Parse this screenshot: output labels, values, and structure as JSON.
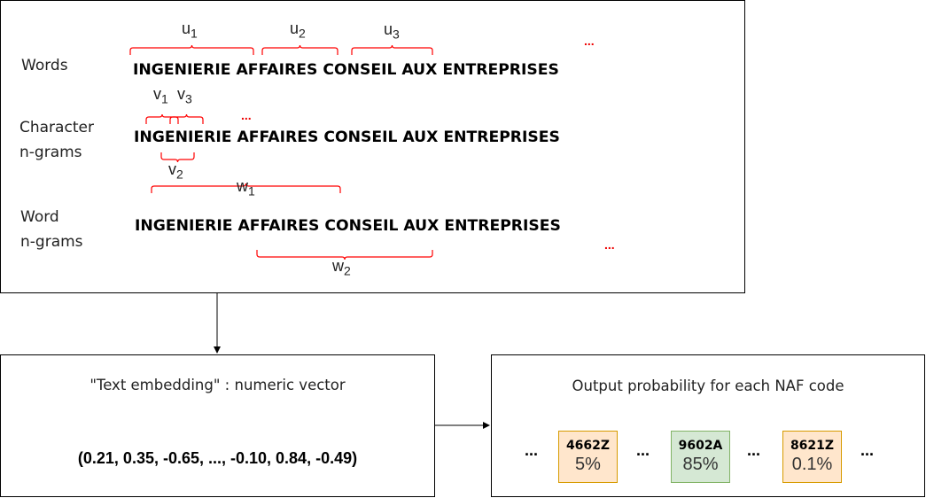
{
  "top_panel": {
    "rows": [
      {
        "label_lines": [
          "Words"
        ],
        "sentence": "INGENIERIE AFFAIRES CONSEIL AUX ENTREPRISES"
      },
      {
        "label_lines": [
          "Character",
          "n-grams"
        ],
        "sentence": "INGENIERIE AFFAIRES CONSEIL AUX ENTREPRISES"
      },
      {
        "label_lines": [
          "Word",
          "n-grams"
        ],
        "sentence": "INGENIERIE AFFAIRES CONSEIL AUX ENTREPRISES"
      }
    ],
    "symbols": {
      "u1": {
        "base": "u",
        "sub": "1"
      },
      "u2": {
        "base": "u",
        "sub": "2"
      },
      "u3": {
        "base": "u",
        "sub": "3"
      },
      "v1": {
        "base": "v",
        "sub": "1"
      },
      "v2": {
        "base": "v",
        "sub": "2"
      },
      "v3": {
        "base": "v",
        "sub": "3"
      },
      "w1": {
        "base": "w",
        "sub": "1"
      },
      "w2": {
        "base": "w",
        "sub": "2"
      }
    },
    "ellipsis": "...",
    "brace_color": "#ff0000"
  },
  "embedding_panel": {
    "title": "\"Text embedding\" : numeric vector",
    "vector": "(0.21, 0.35, -0.65, ..., -0.10, 0.84, -0.49)"
  },
  "output_panel": {
    "title": "Output probability for each NAF code",
    "ellipsis": "...",
    "codes": [
      {
        "code": "4662Z",
        "prob": "5%",
        "fill": "#ffe6cc",
        "border": "#d79b00"
      },
      {
        "code": "9602A",
        "prob": "85%",
        "fill": "#d5e8d4",
        "border": "#82b366"
      },
      {
        "code": "8621Z",
        "prob": "0.1%",
        "fill": "#ffe6cc",
        "border": "#d79b00"
      }
    ]
  }
}
